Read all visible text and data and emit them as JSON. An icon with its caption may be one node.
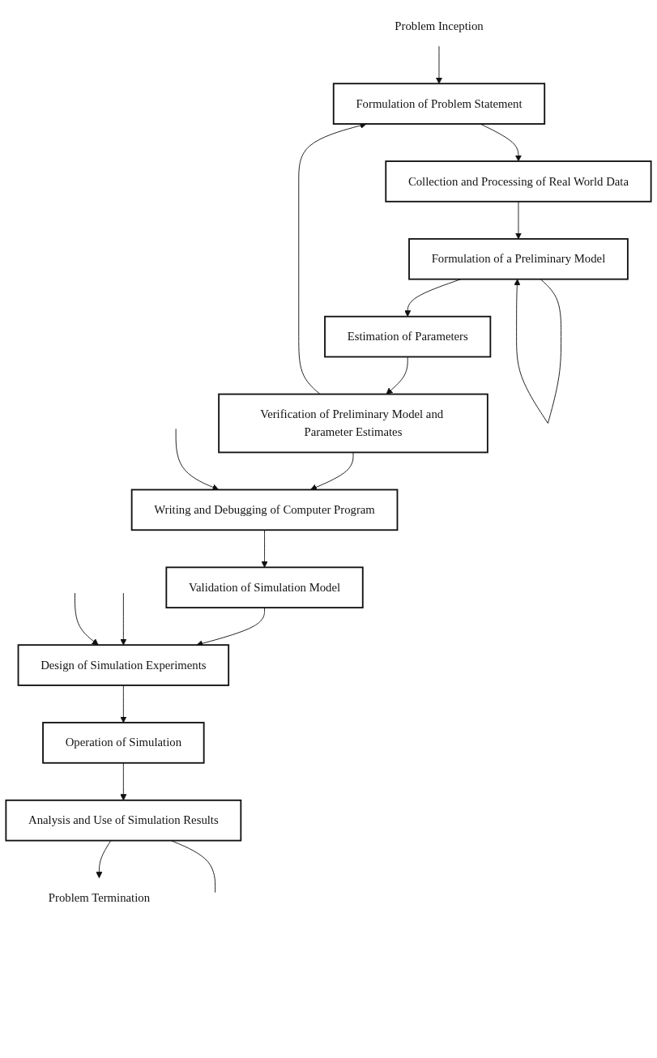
{
  "diagram": {
    "nodes": [
      {
        "text": [
          "Problem Inception"
        ]
      },
      {
        "text": [
          "Formulation of Problem Statement"
        ]
      },
      {
        "text": [
          "Collection and Processing of Real World Data"
        ]
      },
      {
        "text": [
          "Formulation of a Preliminary Model"
        ]
      },
      {
        "text": [
          "Estimation of Parameters"
        ]
      },
      {
        "text": [
          "Verification of Preliminary Model and Parameter Estimates"
        ]
      },
      {
        "text": [
          "Writing and Debugging of Computer Program"
        ]
      },
      {
        "text": [
          "Validation of Simulation Model"
        ]
      },
      {
        "text": [
          "Design of Simulation Experiments"
        ]
      },
      {
        "text": [
          "Operation of Simulation"
        ]
      },
      {
        "text": [
          "Analysis and Use of Simulation Results"
        ]
      },
      {
        "text": [
          "Problem Termination"
        ]
      }
    ],
    "edges": [
      {
        "from": 0,
        "to": 1,
        "arrow": "to"
      },
      {
        "from": 1,
        "to": 2,
        "arrow": "to"
      },
      {
        "from": 2,
        "to": 3,
        "arrow": "to"
      },
      {
        "from": 3,
        "to": 3,
        "arrow": "to"
      },
      {
        "from": 3,
        "to": 4,
        "arrow": "to"
      },
      {
        "from": 4,
        "to": 5,
        "arrow": "to"
      },
      {
        "from": 5,
        "to": 1,
        "arrow": "to"
      },
      {
        "from": 5,
        "to": 6,
        "arrow": "to"
      },
      {
        "from": null,
        "to": 6,
        "arrow": "to"
      },
      {
        "from": 6,
        "to": 7,
        "arrow": "to"
      },
      {
        "from": 7,
        "to": 8,
        "arrow": "to"
      },
      {
        "from": null,
        "to": 8,
        "arrow": "to"
      },
      {
        "from": null,
        "to": 8,
        "arrow": "to"
      },
      {
        "from": 8,
        "to": 9,
        "arrow": "to"
      },
      {
        "from": 9,
        "to": 10,
        "arrow": "to"
      },
      {
        "from": 10,
        "to": 11,
        "arrow": "to"
      },
      {
        "from": 10,
        "to": null,
        "arrow": "none"
      }
    ]
  }
}
